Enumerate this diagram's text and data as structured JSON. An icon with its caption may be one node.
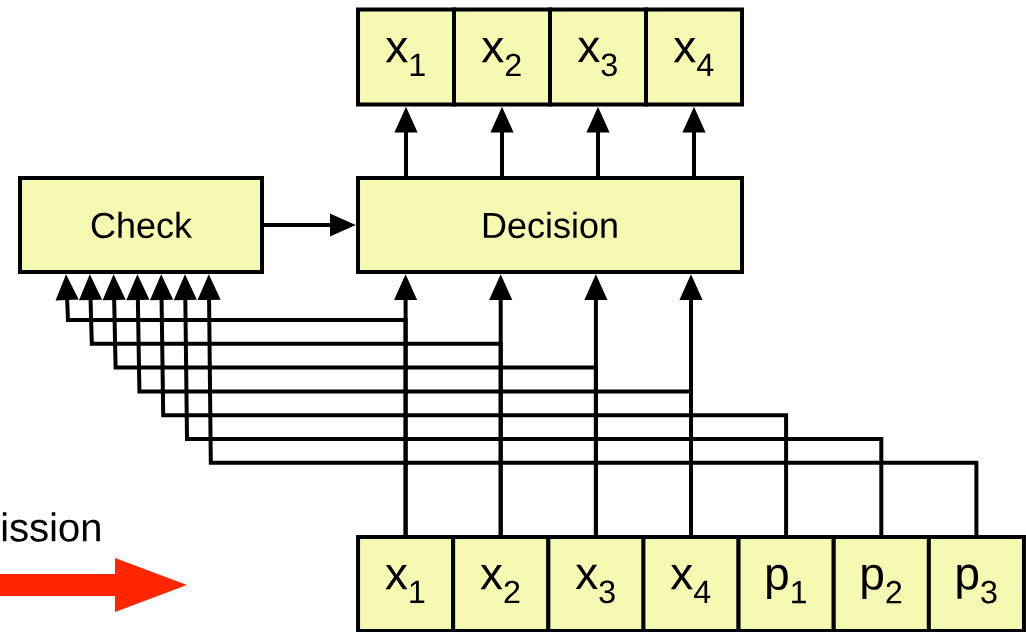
{
  "diagram": {
    "nodes": [
      {
        "text": [
          "x$_{1}$"
        ]
      },
      {
        "text": [
          "x$_{2}$"
        ]
      },
      {
        "text": [
          "x$_{3}$"
        ]
      },
      {
        "text": [
          "x$_{4}$"
        ]
      },
      {
        "text": [
          "Check"
        ]
      },
      {
        "text": [
          "Decision"
        ]
      },
      {
        "text": [
          "x$_{1}$"
        ]
      },
      {
        "text": [
          "x$_{2}$"
        ]
      },
      {
        "text": [
          "x$_{3}$"
        ]
      },
      {
        "text": [
          "x$_{4}$"
        ]
      },
      {
        "text": [
          "p$_{1}$"
        ]
      },
      {
        "text": [
          "p$_{2}$"
        ]
      },
      {
        "text": [
          "p$_{3}$"
        ]
      }
    ],
    "edges": [
      {
        "from": 5,
        "to": 0,
        "arrow": "to"
      },
      {
        "from": 5,
        "to": 1,
        "arrow": "to"
      },
      {
        "from": 5,
        "to": 2,
        "arrow": "to"
      },
      {
        "from": 5,
        "to": 3,
        "arrow": "to"
      },
      {
        "from": 4,
        "to": 5,
        "arrow": "to"
      },
      {
        "from": 6,
        "to": 5,
        "arrow": "to"
      },
      {
        "from": 7,
        "to": 5,
        "arrow": "to"
      },
      {
        "from": 8,
        "to": 5,
        "arrow": "to"
      },
      {
        "from": 9,
        "to": 5,
        "arrow": "to"
      },
      {
        "from": 6,
        "to": 4,
        "arrow": "to"
      },
      {
        "from": 7,
        "to": 4,
        "arrow": "to"
      },
      {
        "from": 8,
        "to": 4,
        "arrow": "to"
      },
      {
        "from": 9,
        "to": 4,
        "arrow": "to"
      },
      {
        "from": 10,
        "to": 4,
        "arrow": "to"
      },
      {
        "from": 11,
        "to": 4,
        "arrow": "to"
      },
      {
        "from": 12,
        "to": 4,
        "arrow": "to"
      }
    ],
    "labels": [
      "ission"
    ]
  }
}
